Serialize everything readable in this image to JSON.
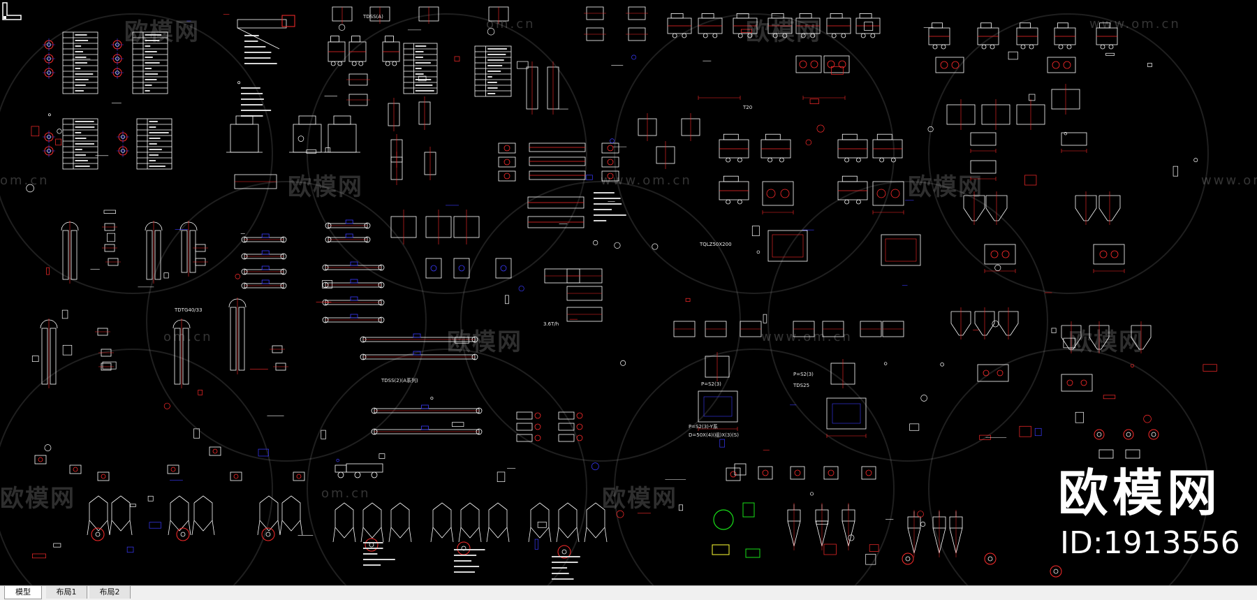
{
  "app": {
    "title": "CAD drawing viewer"
  },
  "watermarks": {
    "cn_text": "欧模网",
    "domain_text": "om.cn",
    "domain_text_alt": "www.om.cn"
  },
  "brand": {
    "name": "欧模网",
    "id_label": "ID:1913556"
  },
  "drawing_labels": {
    "l1": "TDSS(A)",
    "l2": "TDTG40/33",
    "l3": "TDSS(2)(A系列)",
    "l4": "TQLZ50X200",
    "l5": "T20",
    "l6": "P=S2(3)-Y系",
    "l7": "D=50X(4)(组)X(3)(S)",
    "l8": "P=S2(3)",
    "l9": "TDS25",
    "l10": "P=S2(3)",
    "l11": "3.6T/h"
  },
  "tabs": [
    {
      "label": "模型",
      "active": true
    },
    {
      "label": "布局1",
      "active": false
    },
    {
      "label": "布局2",
      "active": false
    }
  ],
  "colors": {
    "background": "#000000",
    "line": "#ffffff",
    "accent_red": "#ff2b2b",
    "accent_blue": "#3a3aff",
    "accent_green": "#19e019",
    "accent_yellow": "#ffff33"
  }
}
